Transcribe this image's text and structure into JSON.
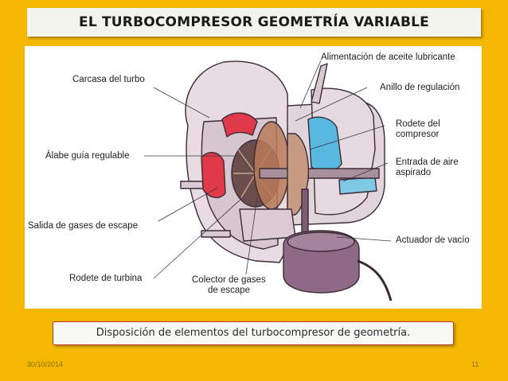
{
  "title": "EL TURBOCOMPRESOR GEOMETRÍA VARIABLE",
  "labels": {
    "carcasa": "Carcasa del turbo",
    "alabe": "Álabe guía regulable",
    "salida": "Salida de gases de escape",
    "rodete_turbina": "Rodete de turbina",
    "colector_1": "Colector de gases",
    "colector_2": "de escape",
    "alimentacion": "Alimentación de aceite lubricante",
    "anillo": "Anillo de regulación",
    "rodete_comp_1": "Rodete del",
    "rodete_comp_2": "compresor",
    "entrada_1": "Entrada de aire",
    "entrada_2": "aspirado",
    "actuador": "Actuador de vacío"
  },
  "caption": "Disposición de elementos del turbocompresor de geometría.",
  "footer": {
    "date": "30/10/2014",
    "page": "11"
  },
  "colors": {
    "background": "#F5B800",
    "housing": "#E6D8DE",
    "exhaust": "#E03A4A",
    "intake": "#58B8E0",
    "actuator": "#8E6A86",
    "caption_border": "#C0392B"
  }
}
